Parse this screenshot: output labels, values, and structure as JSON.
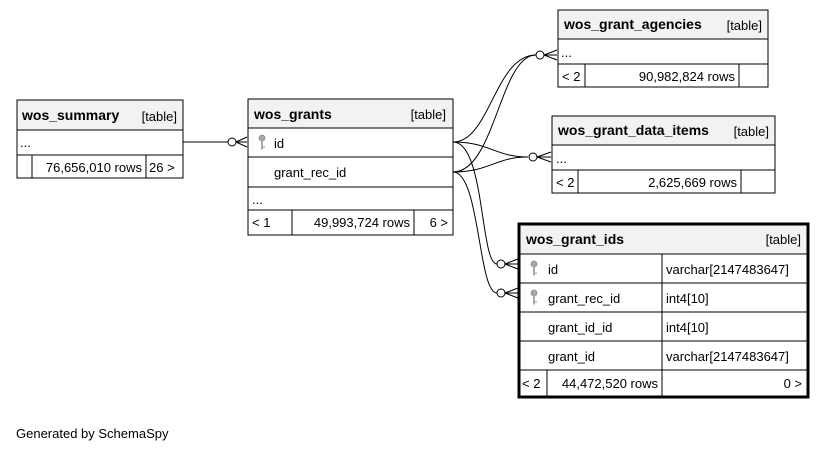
{
  "tables": {
    "wos_summary": {
      "name": "wos_summary",
      "kind": "[table]",
      "ellipsis": "...",
      "rows": "76,656,010 rows",
      "children": "26 >"
    },
    "wos_grants": {
      "name": "wos_grants",
      "kind": "[table]",
      "col_id": "id",
      "col_grant_rec_id": "grant_rec_id",
      "ellipsis": "...",
      "parents": "< 1",
      "rows": "49,993,724 rows",
      "children": "6 >"
    },
    "wos_grant_agencies": {
      "name": "wos_grant_agencies",
      "kind": "[table]",
      "ellipsis": "...",
      "parents": "< 2",
      "rows": "90,982,824 rows"
    },
    "wos_grant_data_items": {
      "name": "wos_grant_data_items",
      "kind": "[table]",
      "ellipsis": "...",
      "parents": "< 2",
      "rows": "2,625,669 rows"
    },
    "wos_grant_ids": {
      "name": "wos_grant_ids",
      "kind": "[table]",
      "columns": [
        {
          "name": "id",
          "type": "varchar[2147483647]"
        },
        {
          "name": "grant_rec_id",
          "type": "int4[10]"
        },
        {
          "name": "grant_id_id",
          "type": "int4[10]"
        },
        {
          "name": "grant_id",
          "type": "varchar[2147483647]"
        }
      ],
      "parents": "< 2",
      "rows": "44,472,520 rows",
      "children": "0 >"
    }
  },
  "icons": {
    "key": "key-icon"
  },
  "colors": {
    "header_bg": "#f2f2f2",
    "border": "#000000",
    "key_icon": "#9a9a9a"
  },
  "footer": "Generated by SchemaSpy"
}
